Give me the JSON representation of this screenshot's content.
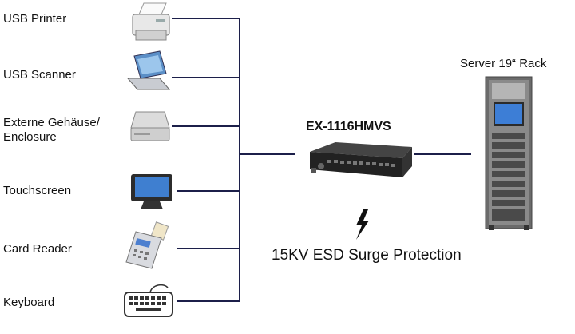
{
  "devices": [
    {
      "label": "USB Printer",
      "icon": "printer-icon"
    },
    {
      "label": "USB Scanner",
      "icon": "scanner-icon"
    },
    {
      "label": "Externe Gehäuse/",
      "label2": "Enclosure",
      "icon": "enclosure-icon"
    },
    {
      "label": "Touchscreen",
      "icon": "touchscreen-icon"
    },
    {
      "label": "Card Reader",
      "icon": "card-reader-icon"
    },
    {
      "label": "Keyboard",
      "icon": "keyboard-icon"
    }
  ],
  "hub": {
    "label": "EX-1116HMVS",
    "icon": "usb-hub-icon"
  },
  "server": {
    "label": "Server 19“ Rack",
    "icon": "server-rack-icon"
  },
  "esd": {
    "label": "15KV ESD Surge Protection",
    "icon": "lightning-icon"
  },
  "colors": {
    "line": "#1c1f4a",
    "hub": "#2a2a2a",
    "rack": "#555555"
  }
}
